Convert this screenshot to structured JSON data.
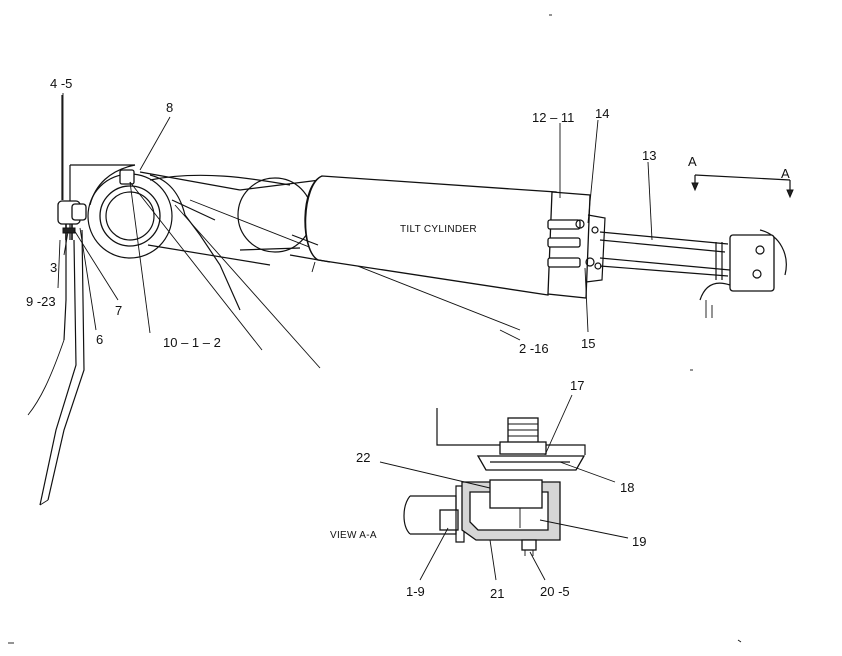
{
  "diagram": {
    "cylinder_label": "TILT CYLINDER",
    "view_label": "VIEW  A-A",
    "section_marks": {
      "left": "A",
      "right": "A"
    },
    "callouts": {
      "c4_5": "4 -5",
      "c3": "3",
      "c9_23": "9 -23",
      "c6": "6",
      "c7": "7",
      "c8": "8",
      "c10_1_2": "10 – 1 – 2",
      "c12_11": "12 – 11",
      "c14": "14",
      "c13": "13",
      "c2_16": "2 -16",
      "c15": "15",
      "c17": "17",
      "c18": "18",
      "c22": "22",
      "c19": "19",
      "c1_9": "1-9",
      "c21": "21",
      "c20_5": "20  -5"
    }
  }
}
